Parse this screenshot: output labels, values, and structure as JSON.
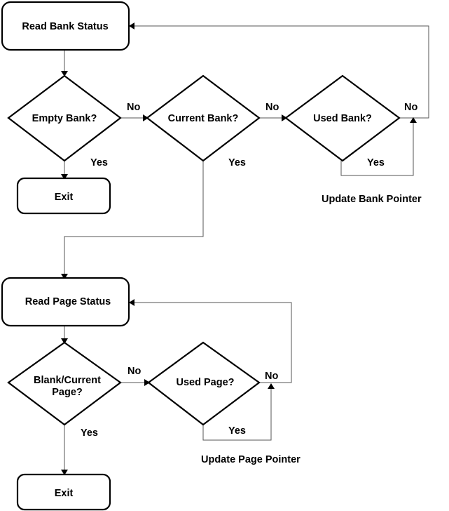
{
  "flowchart": {
    "bank": {
      "read_status": "Read Bank Status",
      "empty_q": "Empty Bank?",
      "current_q": "Current Bank?",
      "used_q": "Used Bank?",
      "exit": "Exit",
      "update_pointer": "Update Bank Pointer",
      "no_empty": "No",
      "no_current": "No",
      "no_used": "No",
      "yes_empty": "Yes",
      "yes_current": "Yes",
      "yes_used": "Yes"
    },
    "page": {
      "read_status": "Read Page Status",
      "blank_current_q_line1": "Blank/Current",
      "blank_current_q_line2": "Page?",
      "used_q": "Used Page?",
      "exit": "Exit",
      "update_pointer": "Update Page Pointer",
      "no_blank": "No",
      "no_used": "No",
      "yes_blank": "Yes",
      "yes_used": "Yes"
    }
  }
}
